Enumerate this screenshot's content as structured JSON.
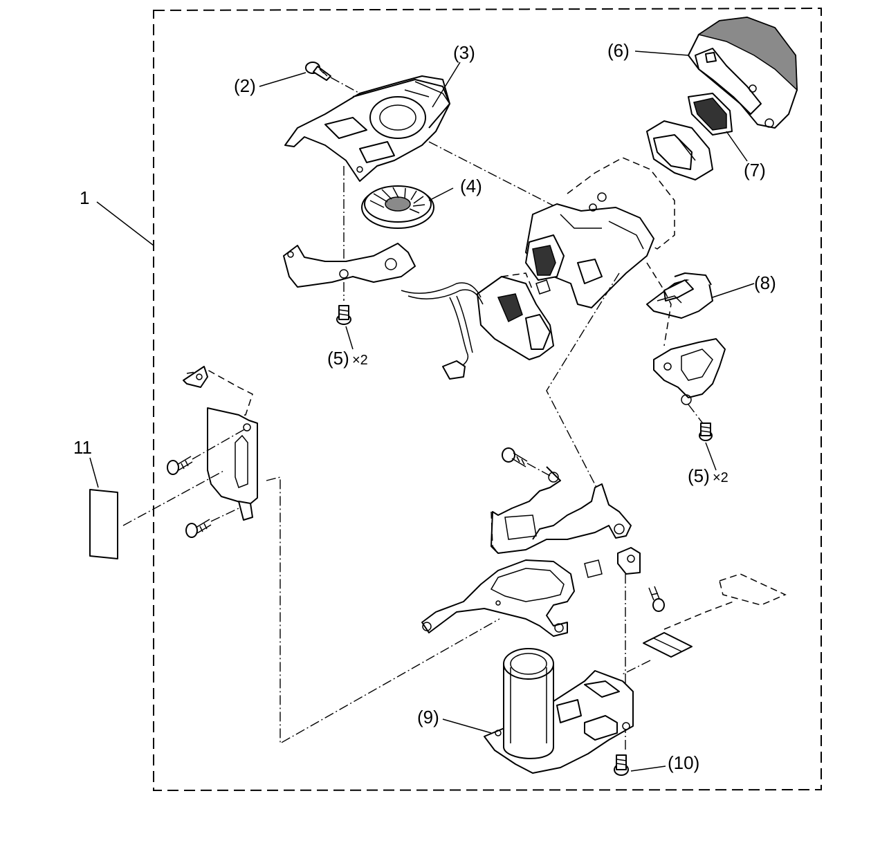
{
  "callouts": {
    "assembly": "1",
    "screw_2": "(2)",
    "fan_duct_3": "(3)",
    "fan_4": "(4)",
    "screw_5_upper": "(5)",
    "screw_5_upper_qty": "×2",
    "screw_5_lower": "(5)",
    "screw_5_lower_qty": "×2",
    "cover_6": "(6)",
    "lens_7": "(7)",
    "bracket_8": "(8)",
    "lamp_board_9": "(9)",
    "screw_10": "(10)",
    "sheet_11": "11"
  }
}
